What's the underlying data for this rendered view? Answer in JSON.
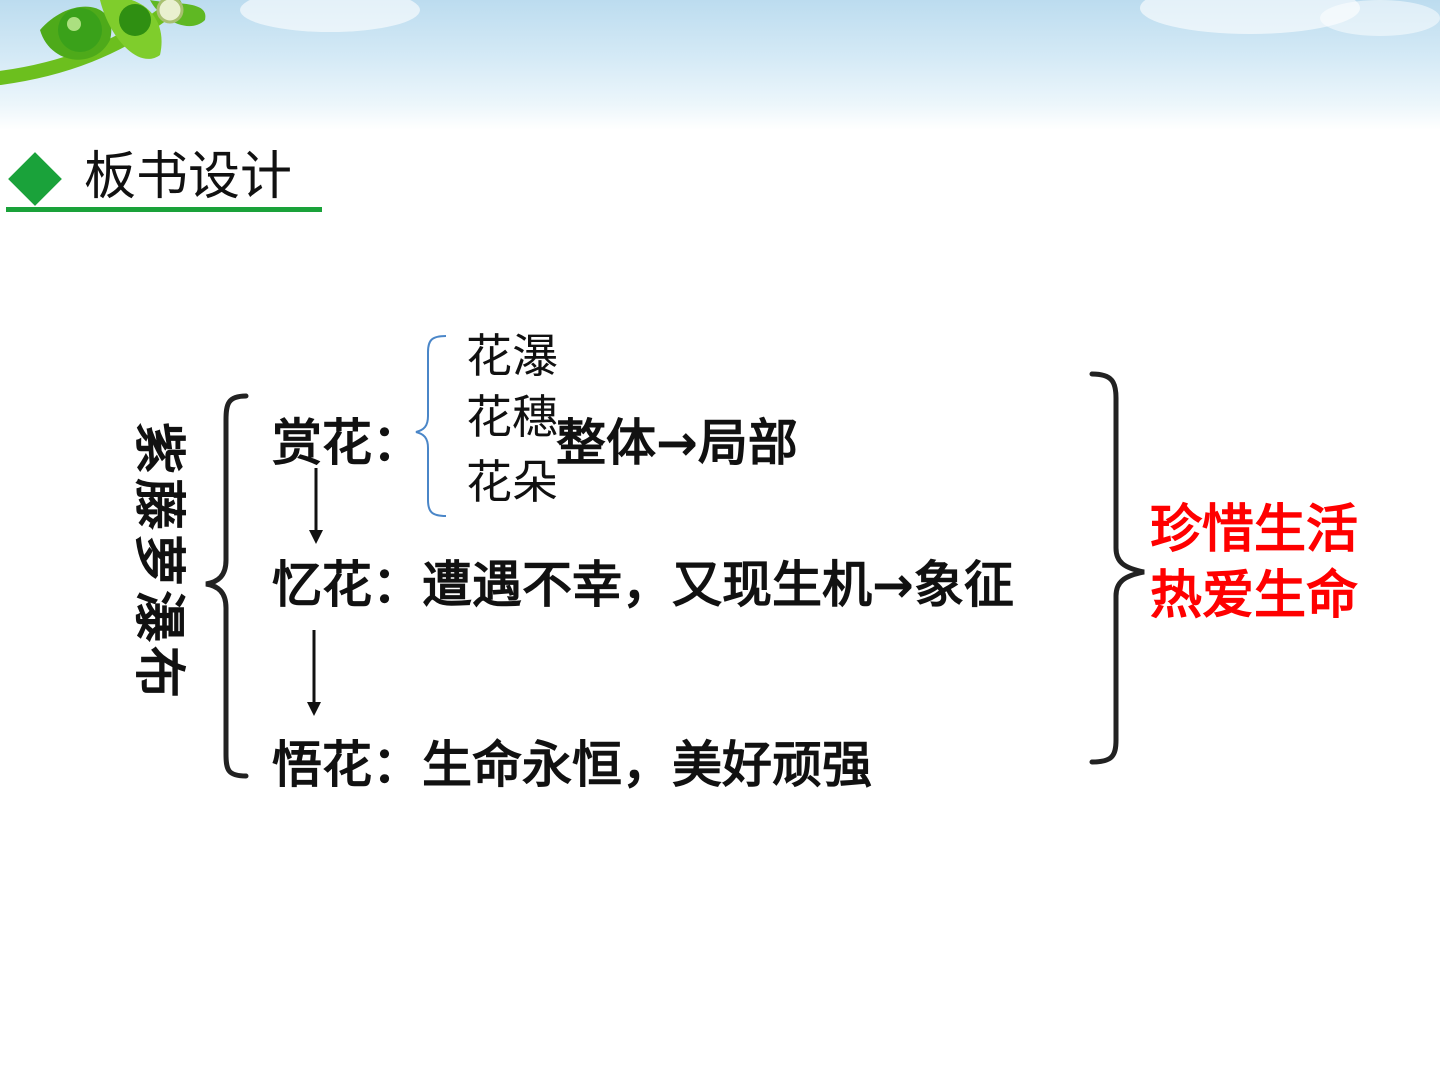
{
  "slide": {
    "section_title": "板书设计",
    "topic_chars": [
      "紫",
      "藤",
      "萝",
      "瀑",
      "布"
    ],
    "rows": {
      "shang": "赏花：",
      "yi": "忆花：遭遇不幸，又现生机→象征",
      "wu": "悟花：生命永恒，美好顽强"
    },
    "sub_items": [
      "花瀑",
      "花穗",
      "花朵"
    ],
    "whole_to_part": "整体→局部",
    "conclusion": [
      "珍惜生活",
      "热爱生命"
    ]
  },
  "colors": {
    "accent_green": "#1aa23a",
    "conclusion_red": "#ff0000",
    "sub_brace_blue": "#4a86c8"
  }
}
